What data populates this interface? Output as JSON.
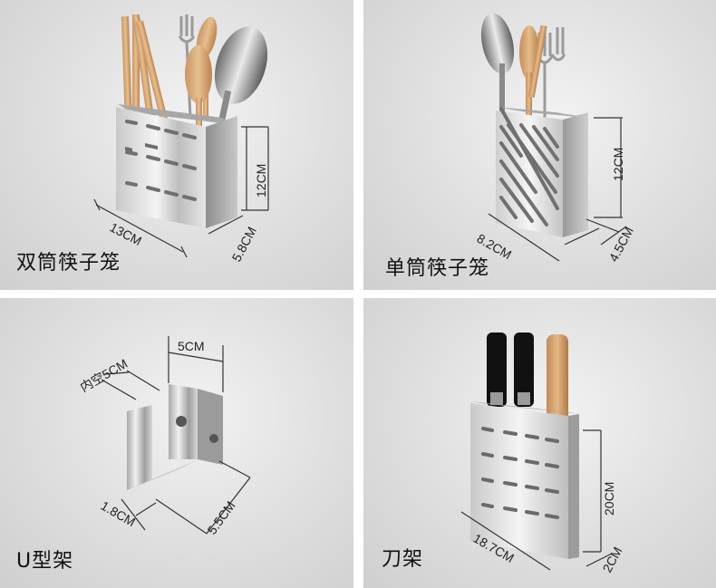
{
  "panels": [
    {
      "caption": "双筒筷子笼",
      "dims": {
        "width": "13CM",
        "depth": "5.8CM",
        "height": "12CM"
      }
    },
    {
      "caption": "单筒筷子笼",
      "dims": {
        "width": "8.2CM",
        "depth": "4.5CM",
        "height": "12CM"
      }
    },
    {
      "caption": "U型架",
      "dims": {
        "top": "5CM",
        "inner": "内空5CM",
        "width": "5.5CM",
        "depth": "1.8CM"
      }
    },
    {
      "caption": "刀架",
      "dims": {
        "width": "18.7CM",
        "depth": "2CM",
        "height": "20CM"
      }
    }
  ]
}
